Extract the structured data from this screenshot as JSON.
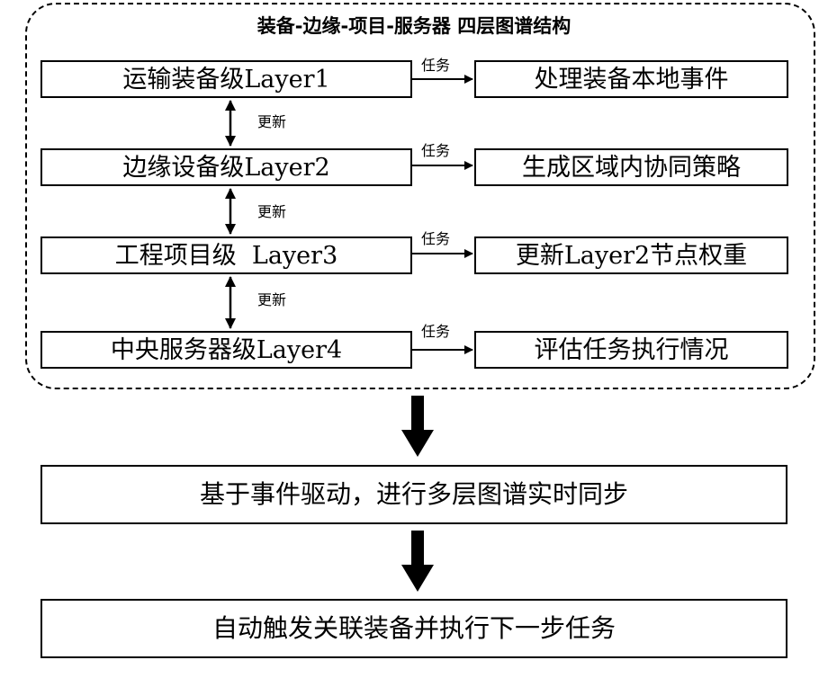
{
  "diagram": {
    "title": "装备-边缘-项目-服务器 四层图谱结构",
    "layers": [
      {
        "label": "运输装备级Layer1",
        "action": "处理装备本地事件"
      },
      {
        "label": "边缘设备级Layer2",
        "action": "生成区域内协同策略"
      },
      {
        "label": "工程项目级  Layer3",
        "action": "更新Layer2节点权重"
      },
      {
        "label": "中央服务器级Layer4",
        "action": "评估任务执行情况"
      }
    ],
    "task_label": "任务",
    "update_label": "更新",
    "steps": [
      "基于事件驱动，进行多层图谱实时同步",
      "自动触发关联装备并执行下一步任务"
    ]
  }
}
